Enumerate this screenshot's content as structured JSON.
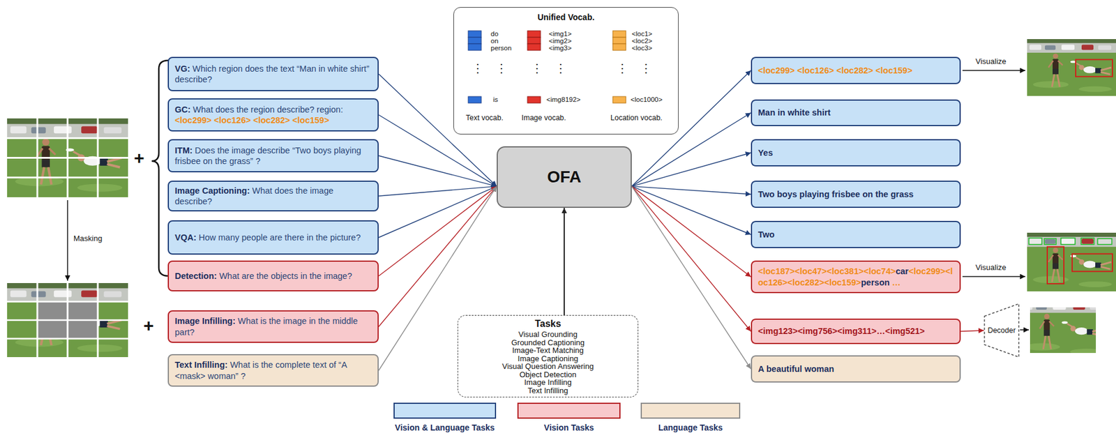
{
  "diagram": {
    "nodes": [
      {
        "text": [
          "Unified Vocab."
        ]
      },
      {
        "text": [
          "VG:",
          "Which region does the text “Man in white shirt” describe?"
        ]
      },
      {
        "text": [
          "GC:",
          "What does the region describe? region:",
          "<loc299> <loc126> <loc282> <loc159>"
        ]
      },
      {
        "text": [
          "ITM:",
          "Does the image describe “Two boys playing frisbee on the grass” ?"
        ]
      },
      {
        "text": [
          "Image Captioning:",
          "What does the image describe?"
        ]
      },
      {
        "text": [
          "VQA:",
          "How many people are there in the picture?"
        ]
      },
      {
        "text": [
          "Detection:",
          "What are the objects in the image?"
        ]
      },
      {
        "text": [
          "Image Infilling:",
          "What is the image in the middle part?"
        ]
      },
      {
        "text": [
          "Text Infilling:",
          "What is the complete text of “A <mask> woman” ?"
        ]
      },
      {
        "text": [
          "OFA"
        ]
      },
      {
        "text": [
          "Tasks",
          "Visual Grounding",
          "Grounded Captioning",
          "Image-Text Matching",
          "Image Captioning",
          "Visual Question Answering",
          "Object Detection",
          "Image Infilling",
          "Text Infilling"
        ]
      },
      {
        "text": [
          "<loc299> <loc126> <loc282> <loc159>"
        ]
      },
      {
        "text": [
          "Man in white shirt"
        ]
      },
      {
        "text": [
          "Yes"
        ]
      },
      {
        "text": [
          "Two boys playing frisbee on the grass"
        ]
      },
      {
        "text": [
          "Two"
        ]
      },
      {
        "text": [
          "<loc187><loc47><loc381><loc74>",
          "car",
          "<loc299><loc126><loc282><loc159>",
          "person",
          "…"
        ]
      },
      {
        "text": [
          "<img123><img756><img311>…<img521>"
        ]
      },
      {
        "text": [
          "A beautiful woman"
        ]
      },
      {
        "text": [
          "Decoder"
        ]
      }
    ],
    "edges": [
      {
        "from": 1,
        "to": 9,
        "arrow": "to"
      },
      {
        "from": 2,
        "to": 9,
        "arrow": "to"
      },
      {
        "from": 3,
        "to": 9,
        "arrow": "to"
      },
      {
        "from": 4,
        "to": 9,
        "arrow": "to"
      },
      {
        "from": 5,
        "to": 9,
        "arrow": "to"
      },
      {
        "from": 6,
        "to": 9,
        "arrow": "to"
      },
      {
        "from": 7,
        "to": 9,
        "arrow": "to"
      },
      {
        "from": 8,
        "to": 9,
        "arrow": "to"
      },
      {
        "from": 10,
        "to": 9,
        "arrow": "to"
      },
      {
        "from": 9,
        "to": 11,
        "arrow": "to"
      },
      {
        "from": 9,
        "to": 12,
        "arrow": "to"
      },
      {
        "from": 9,
        "to": 13,
        "arrow": "to"
      },
      {
        "from": 9,
        "to": 14,
        "arrow": "to"
      },
      {
        "from": 9,
        "to": 15,
        "arrow": "to"
      },
      {
        "from": 9,
        "to": 16,
        "arrow": "to"
      },
      {
        "from": 9,
        "to": 17,
        "arrow": "to"
      },
      {
        "from": 9,
        "to": 18,
        "arrow": "to"
      },
      {
        "from": 17,
        "to": 19,
        "arrow": "to"
      }
    ],
    "labels": [
      "Masking",
      "+",
      "+",
      "Visualize",
      "Visualize",
      "do",
      "on",
      "person",
      "is",
      "<img1>",
      "<img2>",
      "<img3>",
      "<img8192>",
      "<loc1>",
      "<loc2>",
      "<loc3>",
      "<loc1000>",
      "Text vocab.",
      "Image vocab.",
      "Location vocab.",
      "⋮",
      "⋮",
      "⋮",
      "⋮",
      "⋮",
      "⋮"
    ],
    "legend": [
      {
        "text": "Vision & Language Tasks",
        "color": "#c7e1f7"
      },
      {
        "text": "Vision Tasks",
        "color": "#f8c9cc"
      },
      {
        "text": "Language Tasks",
        "color": "#f4e4d0"
      }
    ]
  }
}
